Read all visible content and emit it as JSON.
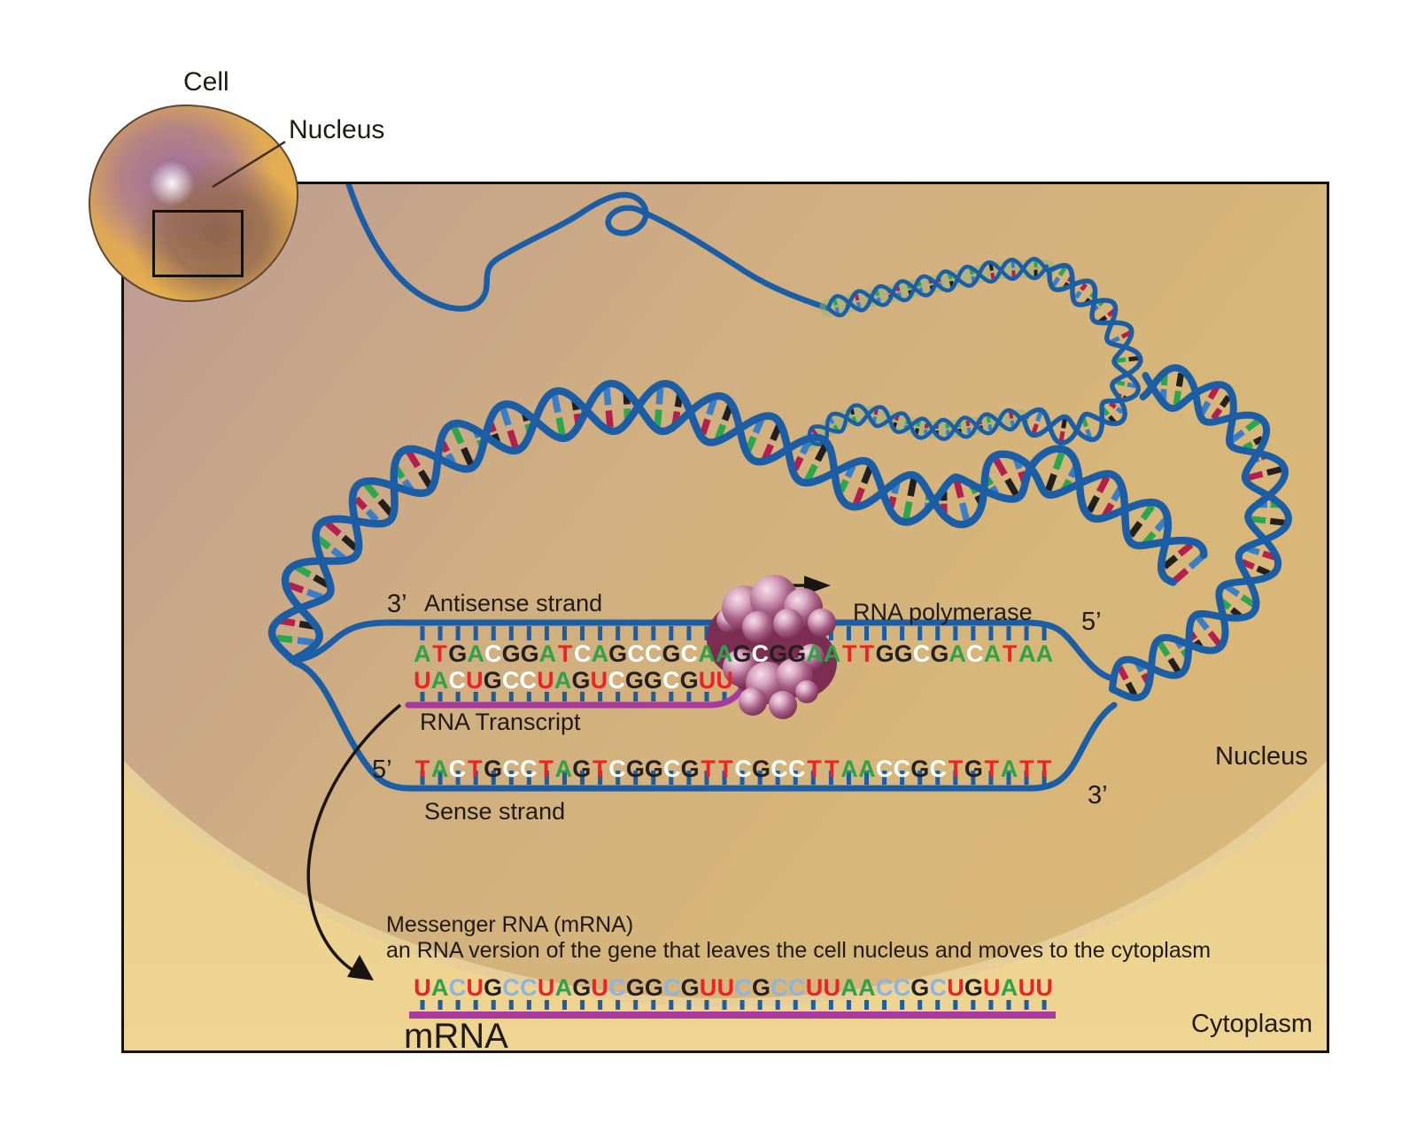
{
  "inset": {
    "cell_label": "Cell",
    "nucleus_label": "Nucleus"
  },
  "bubble": {
    "antisense_prime_left": "3’",
    "antisense_label": "Antisense strand",
    "rna_polymerase_label": "RNA polymerase",
    "antisense_prime_right": "5’",
    "rna_transcript_label": "RNA Transcript",
    "sense_prime_left": "5’",
    "sense_prime_right": "3’",
    "sense_label": "Sense strand"
  },
  "regions": {
    "nucleus_label": "Nucleus",
    "cytoplasm_label": "Cytoplasm"
  },
  "mrna_section": {
    "title": "Messenger RNA (mRNA)",
    "subtitle": "an RNA version of the gene that leaves the cell nucleus and moves to the cytoplasm",
    "label": "mRNA"
  },
  "sequences": {
    "antisense": "ATGACGGATCAGCCGCAAGCGGAATTGGCGACATAA",
    "rna_transcript": "UACUGCCUAGUCGGCGUU",
    "sense": "TACTGCCTAGTCGGCGTTCGCCTTAACCGCTGTATT",
    "mrna": "UACUGCCUAGUCGGCGUUCGCCUUAACCGCUGUAUU"
  },
  "base_colors": {
    "nuclear": {
      "A": "#2fa148",
      "T": "#ec2227",
      "U": "#ec2227",
      "G": "#241f20",
      "C": "#ffffff"
    },
    "cytoplasmic": {
      "A": "#2fa148",
      "U": "#ec2227",
      "G": "#241f20",
      "C": "#8ab4e4"
    }
  },
  "palette": {
    "strand_blue": "#1b5ea6",
    "tick_blue": "#1b5ea6",
    "rna_magenta": "#a8399f",
    "rung_blue": "#3a7dc9",
    "rung_green": "#2aa64c",
    "rung_crimson": "#b51f4e",
    "rung_black": "#231f20",
    "ribbon_green": "#93b174",
    "polymerase_dark": "#7c2d52",
    "polymerase_light": "#f3dfe9",
    "arrow_black": "#1a1512"
  }
}
